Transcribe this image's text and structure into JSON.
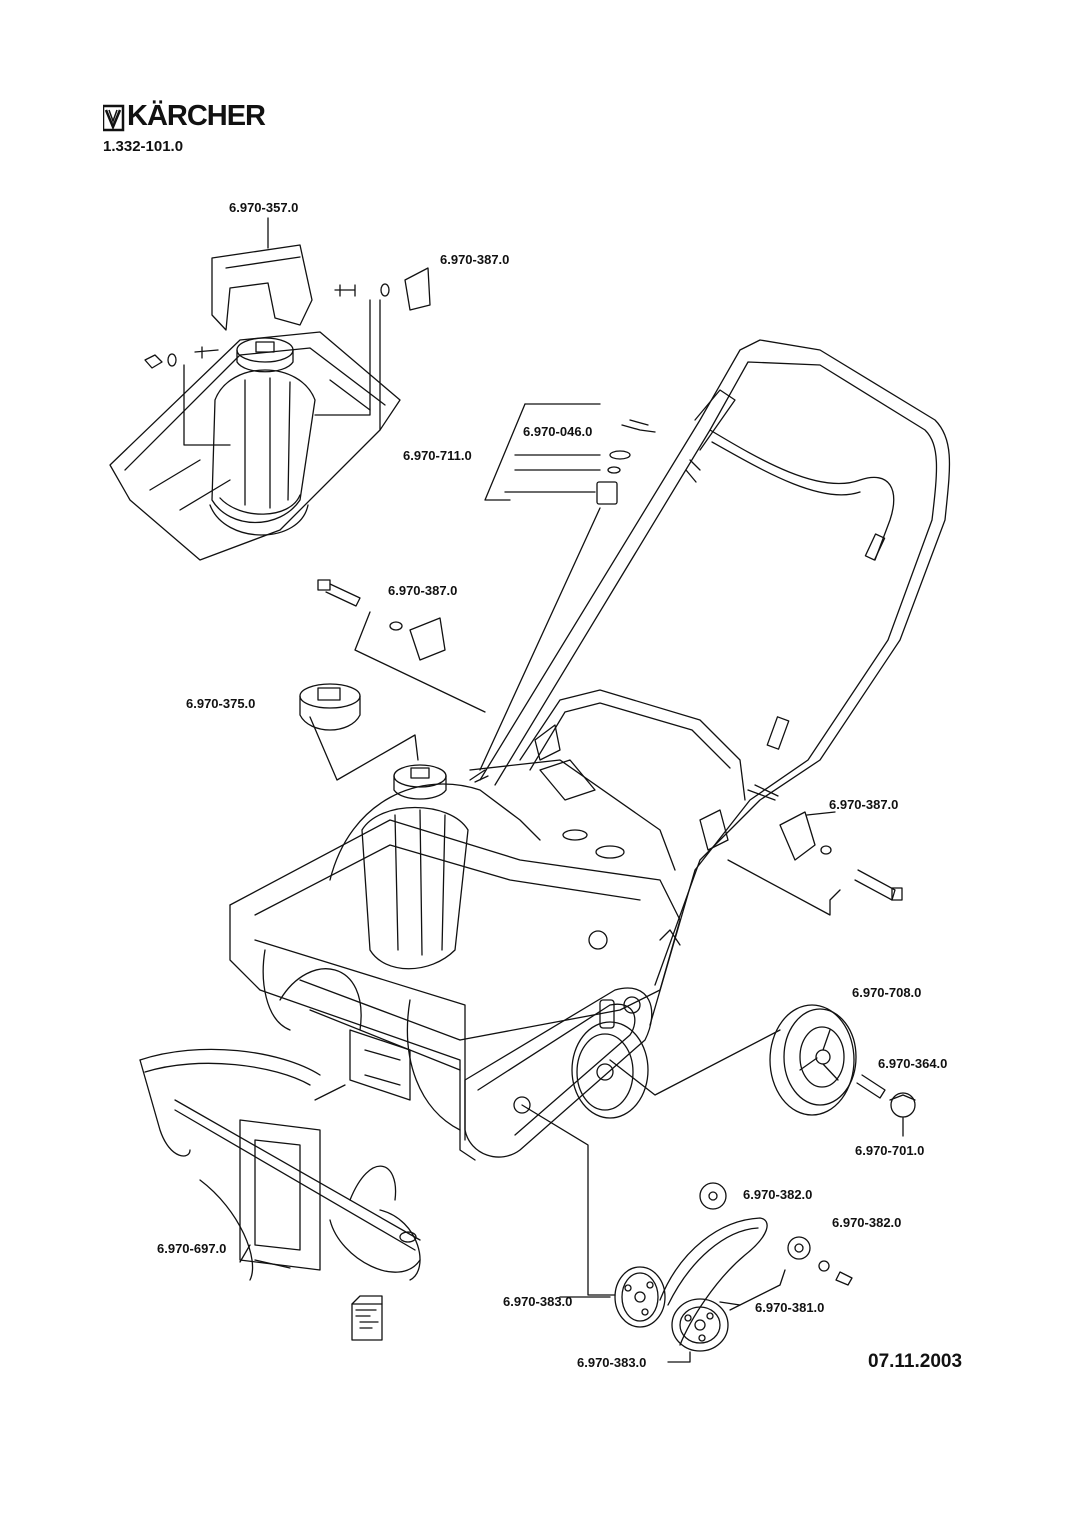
{
  "brand": {
    "name": "KÄRCHER"
  },
  "model_number": "1.332-101.0",
  "date": "07.11.2003",
  "parts": {
    "p357": "6.970-357.0",
    "p387_top": "6.970-387.0",
    "p046": "6.970-046.0",
    "p711": "6.970-711.0",
    "p387_mid": "6.970-387.0",
    "p375": "6.970-375.0",
    "p387_right": "6.970-387.0",
    "p708": "6.970-708.0",
    "p364": "6.970-364.0",
    "p701": "6.970-701.0",
    "p382_a": "6.970-382.0",
    "p382_b": "6.970-382.0",
    "p697": "6.970-697.0",
    "p383_a": "6.970-383.0",
    "p381": "6.970-381.0",
    "p383_b": "6.970-383.0"
  },
  "icons": {
    "logo": "karcher-logo-icon",
    "doc": "document-icon"
  }
}
